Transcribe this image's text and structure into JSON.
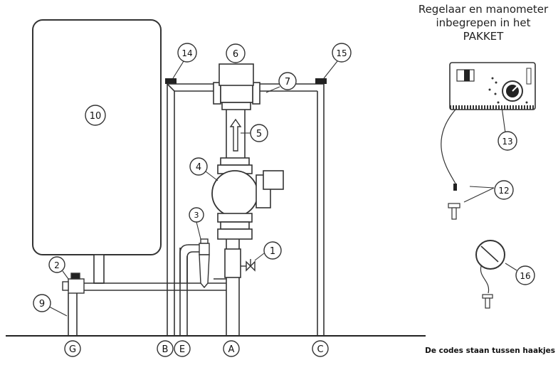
{
  "caption": {
    "line1": "Regelaar en manometer",
    "line2": "inbegrepen in het",
    "line3": "PAKKET"
  },
  "footer_note": "De codes staan tussen haakjes",
  "numbered_labels": {
    "n1": "1",
    "n2": "2",
    "n3": "3",
    "n4": "4",
    "n5": "5",
    "n6": "6",
    "n7": "7",
    "n9": "9",
    "n10": "10",
    "n12": "12",
    "n13": "13",
    "n14": "14",
    "n15": "15",
    "n16": "16"
  },
  "pipe_codes": {
    "G": "G",
    "B": "B",
    "E": "E",
    "A": "A",
    "C": "C"
  }
}
